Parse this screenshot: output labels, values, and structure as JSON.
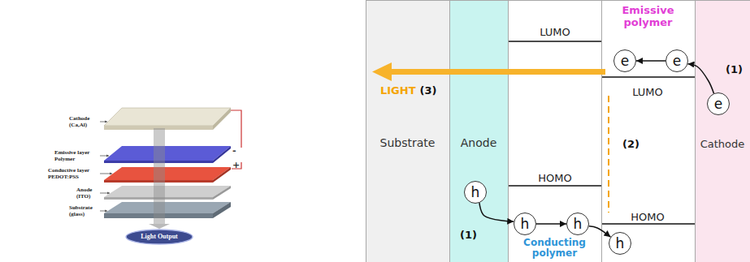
{
  "diagram": {
    "nodes": [
      {
        "text": [
          "Light Output"
        ]
      },
      {
        "text": [
          "Substrate"
        ]
      },
      {
        "text": [
          "Anode"
        ]
      },
      {
        "text": [
          "Conducting polymer"
        ]
      },
      {
        "text": [
          "Emissive polymer"
        ]
      },
      {
        "text": [
          "Cathode"
        ]
      },
      {
        "text": [
          "h"
        ],
        "in": 2
      },
      {
        "text": [
          "h"
        ],
        "in": 3
      },
      {
        "text": [
          "h"
        ],
        "in": 3
      },
      {
        "text": [
          "e"
        ],
        "in": 4
      },
      {
        "text": [
          "e"
        ],
        "in": 4
      },
      {
        "text": [
          "h"
        ],
        "in": 4
      },
      {
        "text": [
          "e"
        ],
        "in": 5
      }
    ],
    "edges": [
      {
        "from": 6,
        "to": 7,
        "arrow": "to"
      },
      {
        "from": 7,
        "to": 8,
        "arrow": "to"
      },
      {
        "from": 8,
        "to": 11,
        "arrow": "to"
      },
      {
        "from": 12,
        "to": 10,
        "arrow": "to"
      },
      {
        "from": 10,
        "to": 9,
        "arrow": "to"
      }
    ],
    "labels": [
      "Cathode (Ca,Al)",
      "Emissive layer Polymer",
      "Conductive layer PEDOT:PSS",
      "Anode (ITO)",
      "Substrate (glass)",
      "-",
      "+",
      "LUMO",
      "HOMO",
      "LUMO",
      "HOMO",
      "LIGHT",
      "(3)",
      "(1)",
      "(2)",
      "(1)"
    ]
  }
}
